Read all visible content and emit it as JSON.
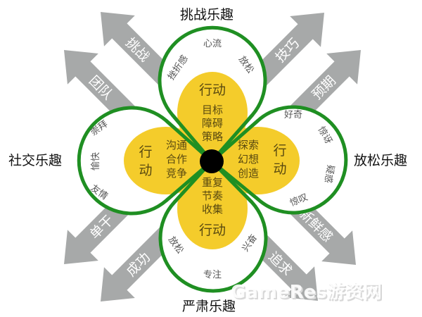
{
  "titles": {
    "top": "挑战乐趣",
    "left": "社交乐趣",
    "right": "放松乐趣",
    "bottom": "严肃乐趣"
  },
  "arrows": {
    "upper_left": [
      "挑战",
      "团队"
    ],
    "upper_right": [
      "技巧",
      "预期"
    ],
    "lower_left": [
      "单干",
      "成功"
    ],
    "lower_right": [
      "新鲜感",
      "追求"
    ]
  },
  "loops": {
    "top": {
      "items": [
        "挫折感",
        "心流",
        "放松"
      ]
    },
    "left": {
      "items": [
        "崇拜",
        "愉快",
        "友情"
      ]
    },
    "right": {
      "items": [
        "好奇",
        "惊讶",
        "疑惑",
        "惊叹"
      ]
    },
    "bottom": {
      "items": [
        "放松",
        "专注",
        "兴奋"
      ]
    }
  },
  "petals": {
    "top": {
      "title": "行动",
      "lines": [
        "目标",
        "障碍",
        "策略"
      ]
    },
    "left": {
      "title": "行动",
      "lines": [
        "沟通",
        "合作",
        "竞争"
      ]
    },
    "right": {
      "title": "行动",
      "lines": [
        "探索",
        "幻想",
        "创造"
      ]
    },
    "bottom": {
      "title": "行动",
      "lines": [
        "重复",
        "节奏",
        "收集"
      ]
    }
  },
  "watermark": "GameRes游资网",
  "colors": {
    "arrow": "#a7a9a9",
    "ring": "#1f8f22",
    "petal": "#f4cc2b",
    "hub": "#000000"
  }
}
